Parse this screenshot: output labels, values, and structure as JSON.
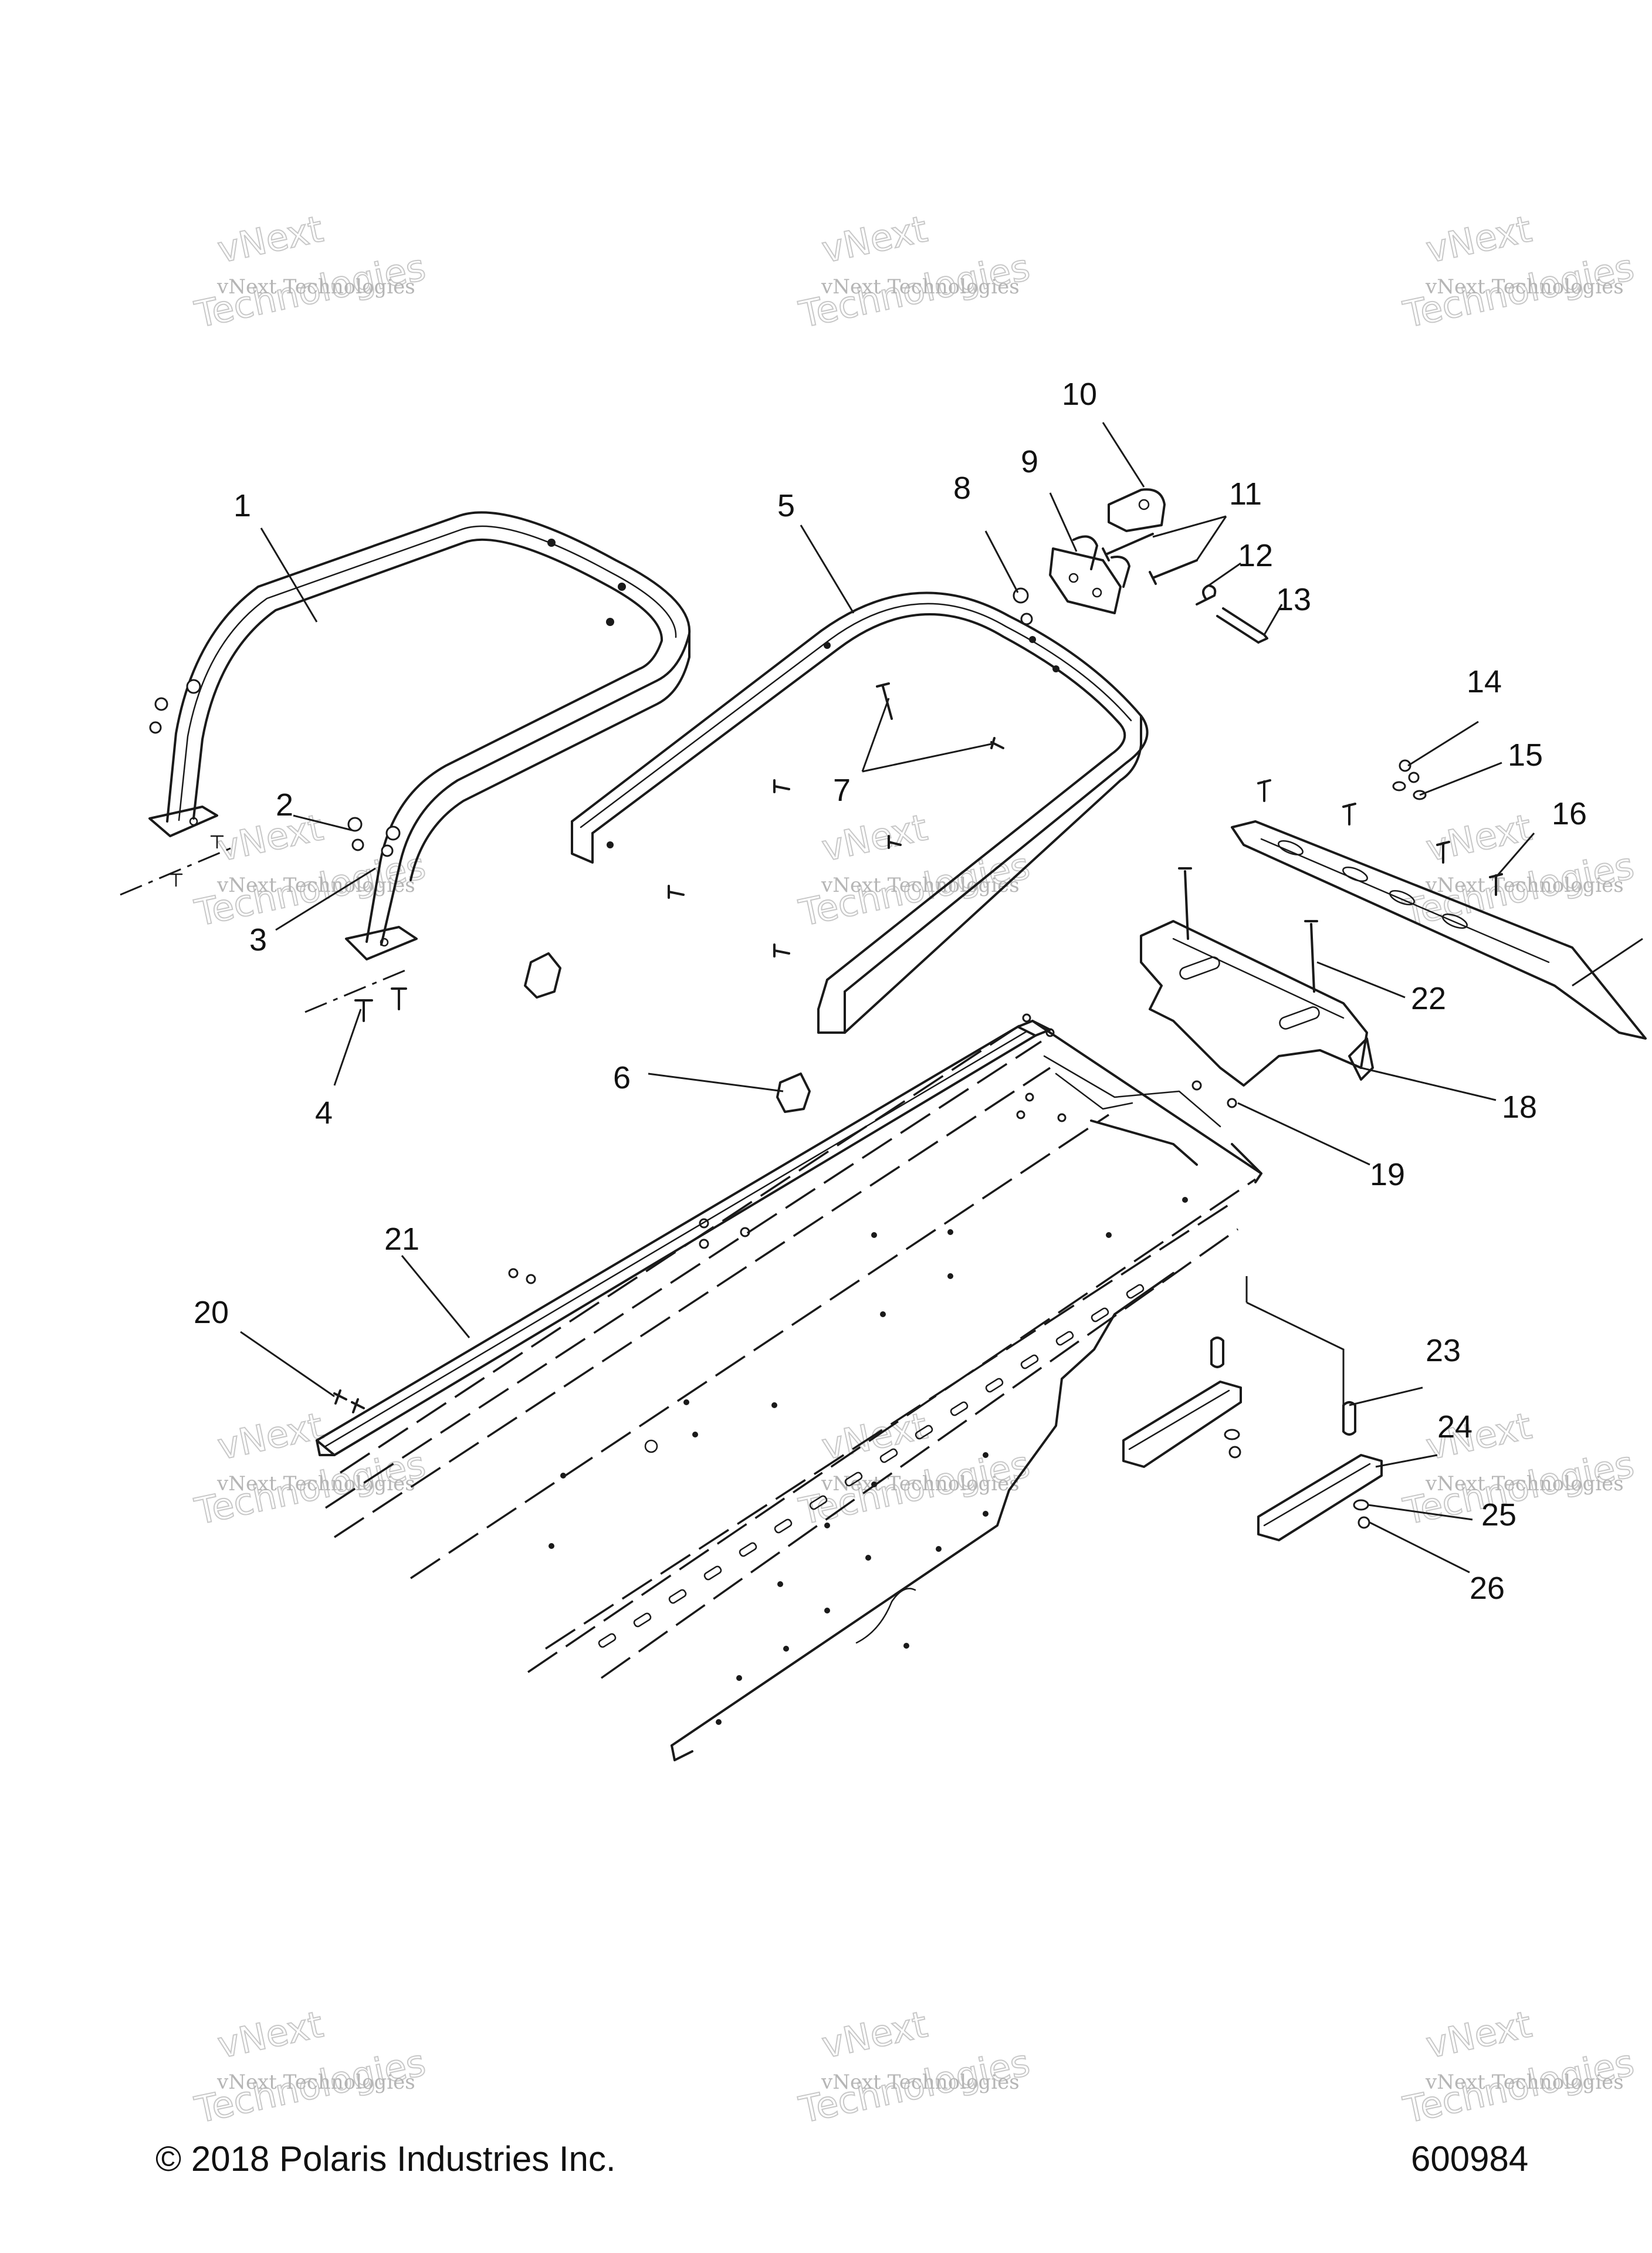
{
  "watermark": {
    "line1": "vNext Technologies",
    "line2": "vNext",
    "line3": "Technologies"
  },
  "callouts": [
    "1",
    "2",
    "3",
    "4",
    "5",
    "6",
    "7",
    "8",
    "9",
    "10",
    "11",
    "12",
    "13",
    "14",
    "15",
    "16",
    "18",
    "19",
    "20",
    "21",
    "22",
    "23",
    "24",
    "25",
    "26"
  ],
  "footer": {
    "copyright": "© 2018 Polaris Industries Inc.",
    "figure_number": "600984"
  },
  "colors": {
    "line": "#1a1a1a",
    "watermark": "#b5b5b5",
    "background": "#ffffff"
  }
}
